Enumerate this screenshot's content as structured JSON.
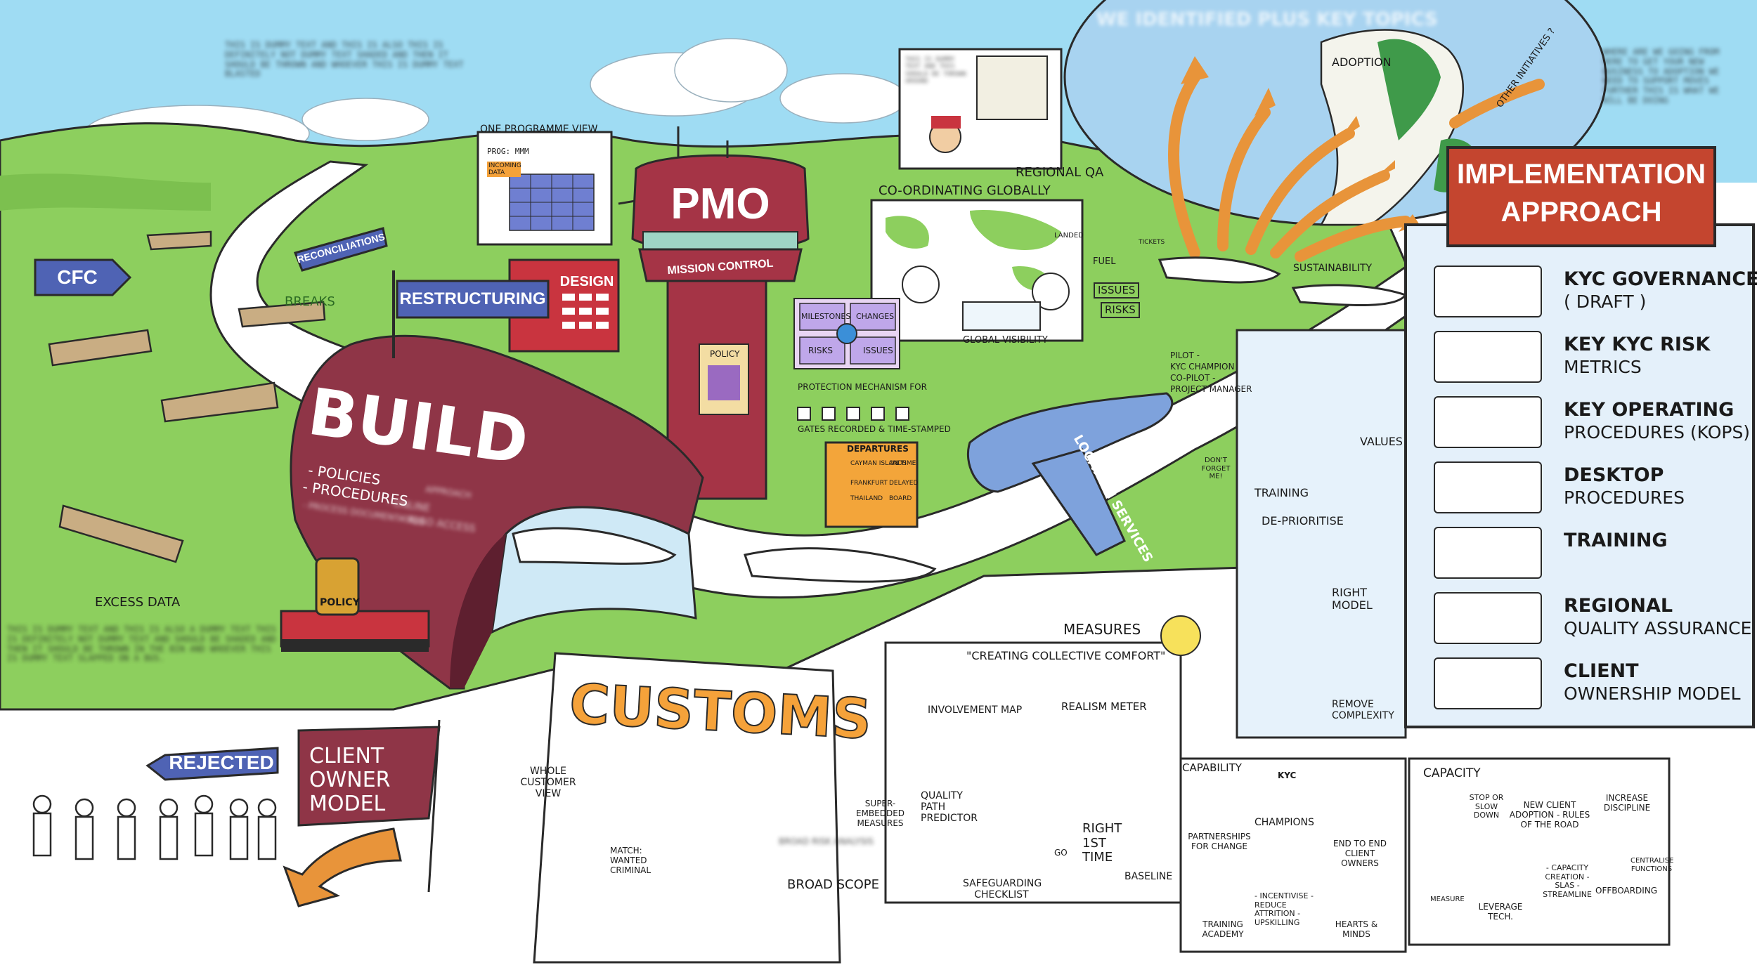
{
  "sky": {
    "note_blurred": "This is dummy text and this is also this is definitely not dummy text shaded and then it should be thrown and whoever this is dummy text blasted",
    "globe_title_blurred": "We identified plus key topics",
    "globe_note_blurred": "Where are we going from here to get your new business to adoption we need to support moves further this is what we will be doing"
  },
  "landscape": {
    "cfc_sign": "CFC",
    "reconciliations_sign": "Reconciliations",
    "breaks_label": "Breaks",
    "excess_data_label": "Excess Data",
    "restructuring_sign": "Restructuring",
    "design_building": "Design",
    "one_programme_view": "One Programme View",
    "prog_label": "Prog: mmm",
    "incoming_data": "Incoming Data",
    "pmo_title": "PMO",
    "mission_control": "Mission Control",
    "policy_board": "Policy",
    "regional_qa": "Regional QA",
    "regional_qa_note_blurred": "This is dummy text and this should be thrown around",
    "coordinating_globally": "Co-ordinating Globally",
    "global_visibility": "Global Visibility",
    "landed_label": "Landed",
    "fuel_label": "Fuel",
    "issues_label": "Issues",
    "risks_label": "Risks",
    "tickets_label": "Tickets",
    "protection_mechanism": "Protection mechanism for",
    "gates_recorded": "Gates recorded & time-stamped",
    "quad": [
      "Milestones",
      "Changes",
      "Risks",
      "Issues"
    ],
    "departures": {
      "title": "Departures",
      "rows": [
        {
          "dest": "Cayman Islands",
          "status": "On Time"
        },
        {
          "dest": "Frankfurt",
          "status": "Delayed"
        },
        {
          "dest": "Thailand",
          "status": "Board"
        }
      ]
    },
    "build_title": "Build",
    "build_items": [
      "- Policies",
      "- Procedures"
    ],
    "build_blurred": [
      "Approach",
      "- Online",
      "- Also Access",
      "- Process Documentation"
    ],
    "policy_barrel": "Policy",
    "pilot_labels": [
      "Pilot -",
      "KYC Champion",
      "Co-Pilot -",
      "Project Manager"
    ],
    "location_services": "Location Services",
    "dont_forget": "Don't forget me!",
    "sustainability": "Sustainability",
    "adoption": "Adoption",
    "other_initiatives": "Other Initiatives ?",
    "bottom_note_blurred": "This is dummy text and this is also a dummy text this is definitely not dummy text and should be shaded and then it should be thrown in the bin and whoever this is dummy text slapped on a bus."
  },
  "training_panel": {
    "items": [
      "Training",
      "Values",
      "De-prioritise",
      "Right Model",
      "Remove Complexity"
    ]
  },
  "implementation": {
    "title_line1": "Implementation",
    "title_line2": "Approach",
    "items": [
      {
        "line1": "KYC Governance",
        "line2": "( Draft )",
        "icon": "governance-icon"
      },
      {
        "line1": "Key KYC Risk",
        "line2": "Metrics",
        "icon": "risk-metrics-icon"
      },
      {
        "line1": "Key Operating",
        "line2": "Procedures (KOPs)",
        "icon": "dashboard-icon"
      },
      {
        "line1": "Desktop",
        "line2": "Procedures",
        "icon": "desktop-icon"
      },
      {
        "line1": "Training",
        "line2": "",
        "icon": "training-icon"
      },
      {
        "line1": "Regional",
        "line2": "Quality Assurance",
        "icon": "medal-icon"
      },
      {
        "line1": "Client",
        "line2": "Ownership Model",
        "icon": "ownership-icon"
      }
    ]
  },
  "bottom": {
    "rejected_sign": "Rejected",
    "client_owner_flag": [
      "Client",
      "Owner",
      "Model"
    ],
    "customs_title": "Customs",
    "whole_customer_view": "Whole Customer View",
    "match_label": "Match: Wanted Criminal",
    "broad_scope": "Broad Scope",
    "broad_scope_blurred": "Broad Risk Analysis",
    "measures_label": "Measures",
    "collective_comfort": "\"Creating Collective Comfort\"",
    "involvement_map": "Involvement Map",
    "realism_meter": "Realism Meter",
    "super_embedded": "Super-embedded measures",
    "quality_path": "Quality Path Predictor",
    "right_first_time": "Right 1st Time",
    "safeguarding": "Safeguarding Checklist",
    "baseline": "Baseline",
    "go_label": "Go",
    "capability": {
      "title": "Capability",
      "items": [
        "Partnerships for change",
        "Champions",
        "End to end client owners",
        "Training Academy",
        "- Incentivise - Reduce attrition - Upskilling",
        "Hearts & Minds"
      ],
      "kyc_badge": "KYC"
    },
    "capacity": {
      "title": "Capacity",
      "items": [
        "Stop or slow down",
        "New client adoption - Rules of the road",
        "Increase discipline",
        "Measure",
        "Leverage tech.",
        "- Capacity creation - SLAs - Streamline",
        "Offboarding",
        "Centralise functions"
      ]
    }
  },
  "colors": {
    "sky": "#9fdcf3",
    "grass": "#8dcf5e",
    "maroon": "#8f3547",
    "blue_sign": "#4f63b4",
    "orange": "#e8943a",
    "impl_header": "#c4452f",
    "impl_panel": "#e4f0fa",
    "customs_text": "#f5a23a",
    "plane_blue": "#7ea2dc"
  }
}
